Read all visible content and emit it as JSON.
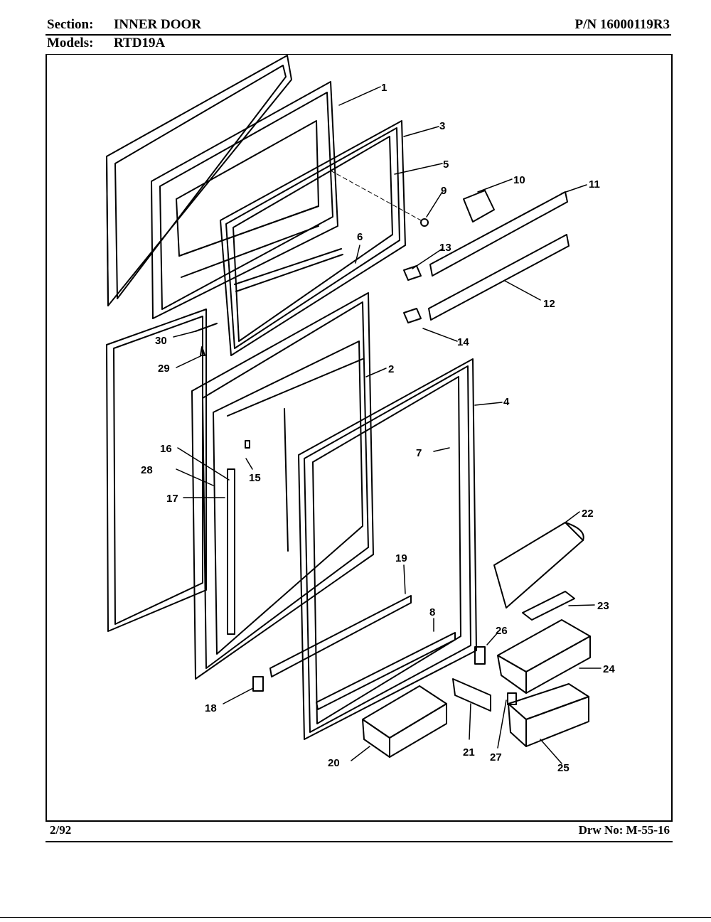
{
  "header": {
    "section_label": "Section:",
    "section_value": "INNER DOOR",
    "part_number": "P/N 16000119R3",
    "models_label": "Models:",
    "models_value": "RTD19A"
  },
  "footer": {
    "date": "2/92",
    "drawing_number": "Drw No: M-55-16"
  },
  "callouts": {
    "c1": "1",
    "c2": "2",
    "c3": "3",
    "c4": "4",
    "c5": "5",
    "c6": "6",
    "c7": "7",
    "c8": "8",
    "c9": "9",
    "c10": "10",
    "c11": "11",
    "c12": "12",
    "c13": "13",
    "c14": "14",
    "c15": "15",
    "c16": "16",
    "c17": "17",
    "c18": "18",
    "c19": "19",
    "c20": "20",
    "c21": "21",
    "c22": "22",
    "c23": "23",
    "c24": "24",
    "c25": "25",
    "c26": "26",
    "c27": "27",
    "c28": "28",
    "c29": "29",
    "c30": "30"
  }
}
